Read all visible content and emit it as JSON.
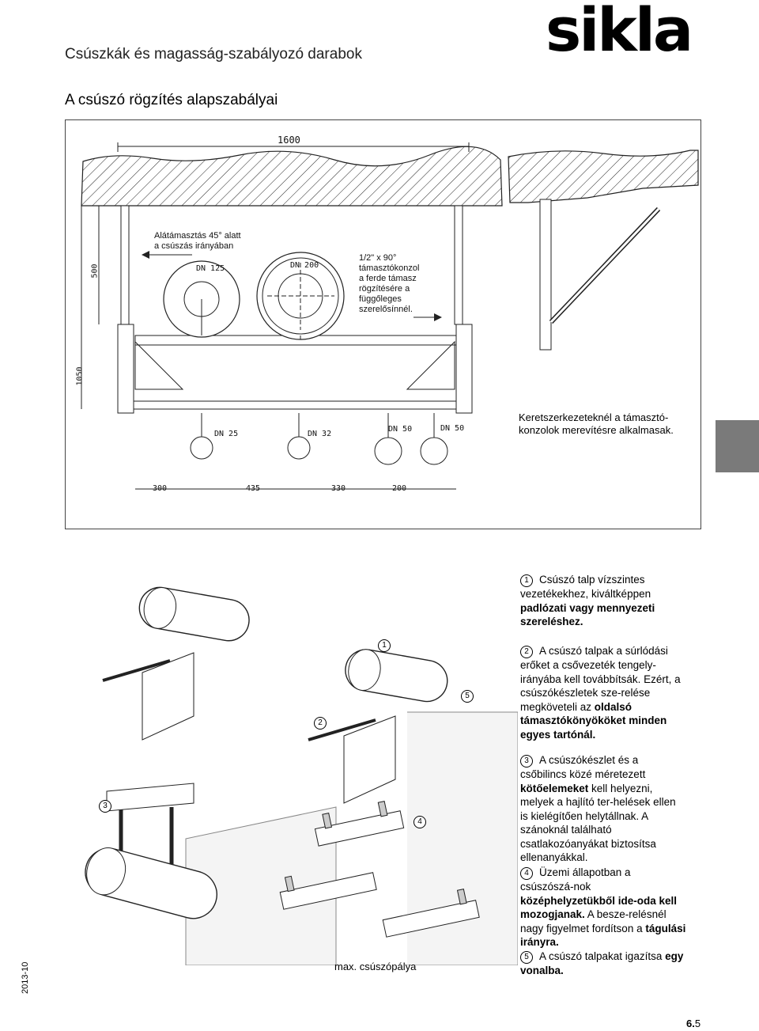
{
  "header": {
    "title": "Csúszkák és magasság-szabályozó darabok",
    "logo": "sikla"
  },
  "section_title": "A csúszó rögzítés alapszabályai",
  "diagram": {
    "dimensions": {
      "top": "1600",
      "height_500": "500",
      "height_1050": "1050",
      "spacing": [
        "300",
        "435",
        "330",
        "200"
      ]
    },
    "pipe_labels": [
      "DN 125",
      "DN 200",
      "DN 25",
      "DN 32",
      "DN 50",
      "DN 50"
    ],
    "note_support": [
      "Alátámasztás 45° alatt",
      "a csúszás irányában"
    ],
    "note_bracket": [
      "1/2\" x 90°",
      "támasztókonzol",
      "a ferde támasz",
      "rögzítésére a",
      "függőleges",
      "szerelősínnél."
    ],
    "note_frame": [
      "Keretszerkezeteknél a támasztó-",
      "konzolok merevítésre alkalmasak."
    ]
  },
  "illustration": {
    "label_bottom": "max. csúszópálya",
    "markers": [
      "1",
      "2",
      "3",
      "4",
      "5"
    ]
  },
  "captions": [
    {
      "num": "1",
      "parts": [
        {
          "t": "Csúszó talp vízszintes vezetékekhez, kiváltképpen "
        },
        {
          "b": "padlózati vagy mennyezeti szereléshez."
        }
      ]
    },
    {
      "num": "2",
      "parts": [
        {
          "t": "A csúszó talpak a súrlódási erőket a csővezeték tengely-irányába kell továbbítsák. Ezért, a csúszókészletek sze-relése megköveteli az "
        },
        {
          "b": "oldalsó támasztókönyököket minden egyes tartónál."
        }
      ]
    },
    {
      "num": "3",
      "parts": [
        {
          "t": "A csúszókészlet és a csőbilincs közé méretezett "
        },
        {
          "b": "kötőelemeket"
        },
        {
          "t": " kell helyezni, melyek a hajlító ter-helések ellen is kielégítően helytállnak. A szánoknál található csatlakozóanyákat biztosítsa ellenanyákkal."
        }
      ]
    },
    {
      "num": "4",
      "parts": [
        {
          "t": "Üzemi állapotban a csúszószá-nok "
        },
        {
          "b": "középhelyzetükből ide-oda kell mozogjanak."
        },
        {
          "t": " A besze-relésnél nagy figyelmet fordítson a "
        },
        {
          "b": "tágulási irányra."
        }
      ]
    },
    {
      "num": "5",
      "parts": [
        {
          "t": "A csúszó talpakat igazítsa "
        },
        {
          "b": "egy vonalba."
        }
      ]
    }
  ],
  "footer": {
    "date": "2013-10",
    "page_prefix": "6.",
    "page_suffix": "5"
  }
}
